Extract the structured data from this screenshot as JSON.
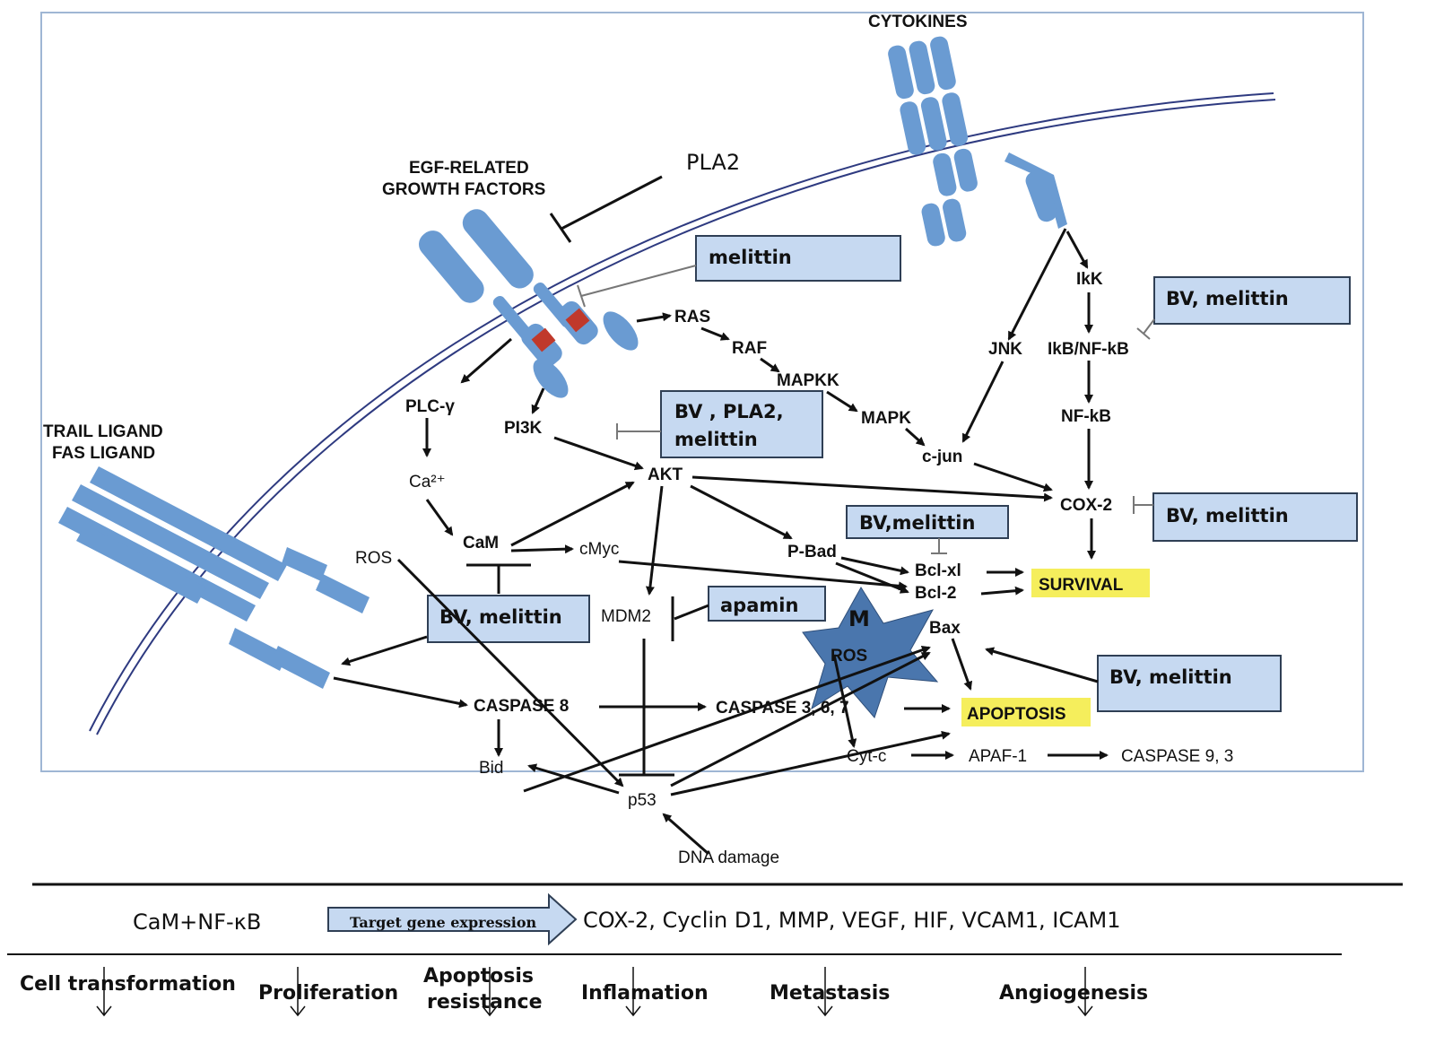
{
  "signals": {
    "cytokines": "CYTOKINES",
    "egf_line1": "EGF-RELATED",
    "egf_line2": "GROWTH FACTORS",
    "pla2": "PLA2",
    "trail": "TRAIL LIGAND",
    "fas": "FAS LIGAND"
  },
  "nodes": {
    "ras": "RAS",
    "raf": "RAF",
    "mapkk": "MAPKK",
    "mapk": "MAPK",
    "c_jun": "c-jun",
    "jnk": "JNK",
    "ikk": "IkK",
    "ikb_nfkb": "IkB/NF-kB",
    "nfkb": "NF-kB",
    "cox2": "COX-2",
    "plc": "PLC-γ",
    "pi3k": "PI3K",
    "ca": "Ca²⁺",
    "cam": "CaM",
    "cmyc": "cMyc",
    "akt": "AKT",
    "ros": "ROS",
    "p_bad": "P-Bad",
    "bcl_xl": "Bcl-xl",
    "bcl2": "Bcl-2",
    "bax": "Bax",
    "mdm2": "MDM2",
    "caspase8": "CASPASE 8",
    "caspase367": "CASPASE 3, 6, 7",
    "bid": "Bid",
    "p53": "p53",
    "dna_damage": "DNA damage",
    "cyt_c": "Cyt-c",
    "apaf1": "APAF-1",
    "caspase93": "CASPASE 9, 3",
    "m_ros_1": "M",
    "m_ros_2": "ROS"
  },
  "outcomes": {
    "survival": "SURVIVAL",
    "apoptosis": "APOPTOSIS"
  },
  "drug_boxes": {
    "melittin": "melittin",
    "bv_melittin_ikb": "BV, melittin",
    "bv_pla2_line1": "BV , PLA2,",
    "bv_pla2_line2": "melittin",
    "bv_melittin_bcl": "BV,melittin",
    "bv_melittin_cox": "BV, melittin",
    "bv_melittin_cam": "BV, melittin",
    "apamin": "apamin",
    "bv_melittin_bax": "BV, melittin"
  },
  "bottom": {
    "cam_nfkb": "CaM+NF-κB",
    "target_gene": "Target gene expression",
    "genes": "COX-2, Cyclin D1, MMP, VEGF, HIF, VCAM1, ICAM1",
    "effects": [
      "Cell transformation",
      "Proliferation",
      "Apoptosis",
      "resistance",
      "Inflamation",
      "Metastasis",
      "Angiogenesis"
    ]
  },
  "colors": {
    "receptor": "#6a9bd2",
    "receptor_band": "#c0392b",
    "drug_box_fill": "#c6d9f1",
    "highlight": "#f5ee5c",
    "membrane": "#2e3a80",
    "cell_border": "#9fb6d4",
    "star": "#4a76ad"
  }
}
